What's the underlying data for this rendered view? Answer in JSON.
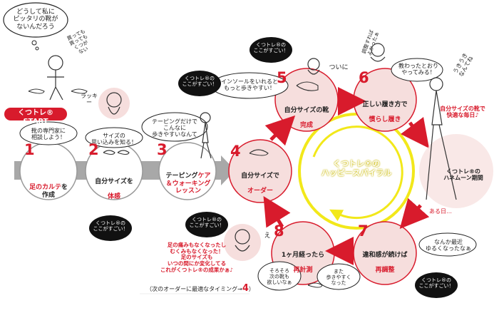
{
  "start_label": "くつトレ® START",
  "spiral_label": "くつトレ®の\nハッピースパイラル",
  "steps": [
    {
      "num": "1",
      "line1": "",
      "highlight": "足のカルテ",
      "line2": "を\n作成"
    },
    {
      "num": "2",
      "line1": "自分サイズを",
      "highlight": "体感",
      "line2": ""
    },
    {
      "num": "3",
      "line1": "テーピング",
      "highlight": "ケア\n＆ウォーキング\nレッスン",
      "line2": ""
    },
    {
      "num": "4",
      "line1": "自分サイズで",
      "highlight": "オーダー",
      "line2": ""
    },
    {
      "num": "5",
      "line1": "自分サイズの靴",
      "highlight": "完成",
      "line2": ""
    },
    {
      "num": "6",
      "line1": "正しい履き方で",
      "highlight": "慣らし履き",
      "line2": ""
    },
    {
      "num": "7",
      "line1": "違和感が続けば",
      "highlight": "再調整",
      "line2": ""
    },
    {
      "num": "8",
      "line1": "1ヶ月経ったら",
      "highlight": "再計測",
      "line2": ""
    }
  ],
  "bubbles": {
    "top_left_thought": "どうして私に\nピッタリの靴が\nないんだろう",
    "side_note": "買っても\n買っても\nくつが\nない",
    "step1_speech": "靴の専門家に\n相談しよう！",
    "step2_speech": "サイズの\n思い込みを知る！",
    "step2_reaction": "ラッキー",
    "step3_speech": "テーピングだけで\nこんなに\n歩きやすいなんて",
    "step5_speech": "インソールをいれると\nもっと歩きやすい！",
    "step5_tsuini": "ついに",
    "step6_speech": "教わったとおり\nやってみる！",
    "step6_side": "調整すれば\nよかったぁ",
    "walking_note": "うきうき\nなんてね",
    "aruhi": "ある日…",
    "step7_speech": "なんか最近\nゆるくなったなぁ",
    "step8_speech": "そろそろ\n次の靴も\n欲しいなぁ",
    "step7_mata": "また\n歩きやすく\nなった",
    "step8_e": "え"
  },
  "sugoi_badge": "くつトレ®の\nここがすごい！",
  "happy_note": "自分サイズの靴で\n快適な毎日♪",
  "honeymoon": "くつトレ®の\nハネムーン期間",
  "result_note": "足の痛みもなくなったし\nむくみもなくなった！\n足のサイズも\nいつの間にか変化してる\nこれがくつトレ®の成果かぁ♪",
  "timing_note": "（次のオーダーに最適なタイミング→",
  "timing_num": "4",
  "timing_close": "）",
  "colors": {
    "accent": "#d81b2c",
    "spiral": "#f2e81a",
    "circle_fill": "#f6dedd",
    "gray_arrow": "#a8a8a8"
  }
}
